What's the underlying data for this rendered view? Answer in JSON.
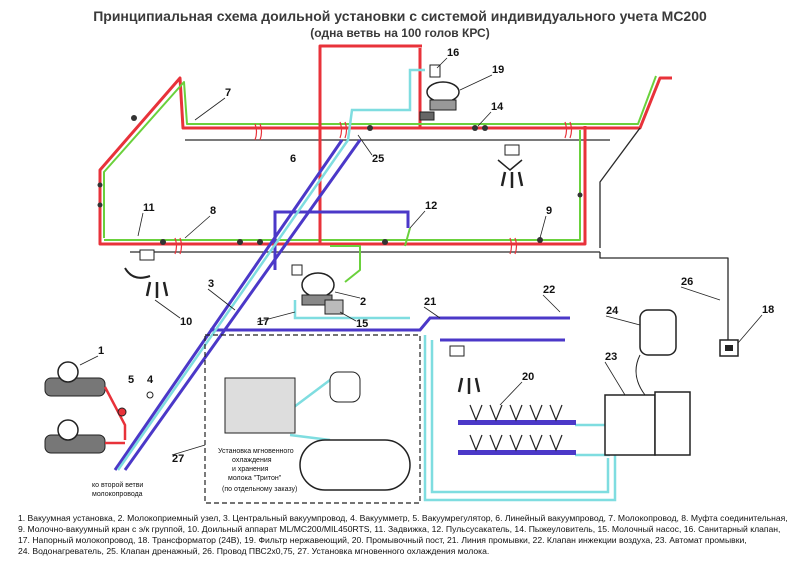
{
  "title": "Принципиальная схема доильной установки с системой индивидуального учета МС200",
  "subtitle": "(одна ветвь на 100 голов КРС)",
  "labels": {
    "n1": "1",
    "n2": "2",
    "n3": "3",
    "n4": "4",
    "n5": "5",
    "n6": "6",
    "n7": "7",
    "n8": "8",
    "n9": "9",
    "n10": "10",
    "n11": "11",
    "n12": "12",
    "n14": "14",
    "n15": "15",
    "n16": "16",
    "n17": "17",
    "n18": "18",
    "n19": "19",
    "n20": "20",
    "n21": "21",
    "n22": "22",
    "n23": "23",
    "n24": "24",
    "n25": "25",
    "n26": "26",
    "n27": "27"
  },
  "notes": {
    "second_branch_line1": "ко второй ветви",
    "second_branch_line2": "молокопровода",
    "triton_line1": "Установка мгновенного",
    "triton_line2": "охлаждения",
    "triton_line3": "и хранения",
    "triton_line4": "молока \"Тритон\"",
    "triton_line5": "(по отдельному заказу)"
  },
  "legend": {
    "line1": "1. Вакуумная установка, 2. Молокоприемный узел, 3. Центральный вакуумпровод, 4. Вакуумметр, 5. Вакуумрегулятор, 6. Линейный вакуумпровод, 7. Молокопровод, 8. Муфта соединительная,",
    "line2": "9. Молочно-вакуумный кран с э/к группой, 10. Доильный аппарат ML/MC200/MIL450RTS, 11. Задвижка, 12. Пульсусакатель, 14. Пыжеуловитель, 15. Молочный насос, 16. Санитарный клапан,",
    "line3": "17. Напорный молокопровод, 18. Трансформатор (24В), 19. Фильтр нержавеющий, 20. Промывочный пост, 21. Линия промывки, 22. Клапан инжекции воздуха, 23. Автомат промывки,",
    "line4": "24. Водонагреватель, 25. Клапан дренажный, 26. Провод ПВС2х0,75, 27. Установка мгновенного охлаждения молока."
  },
  "colors": {
    "milk_line": "#e8323a",
    "vacuum_line": "#6ad13c",
    "wash_line": "#7fdde0",
    "central_vacuum": "#4b38c8",
    "frame": "#2a2a2a"
  }
}
